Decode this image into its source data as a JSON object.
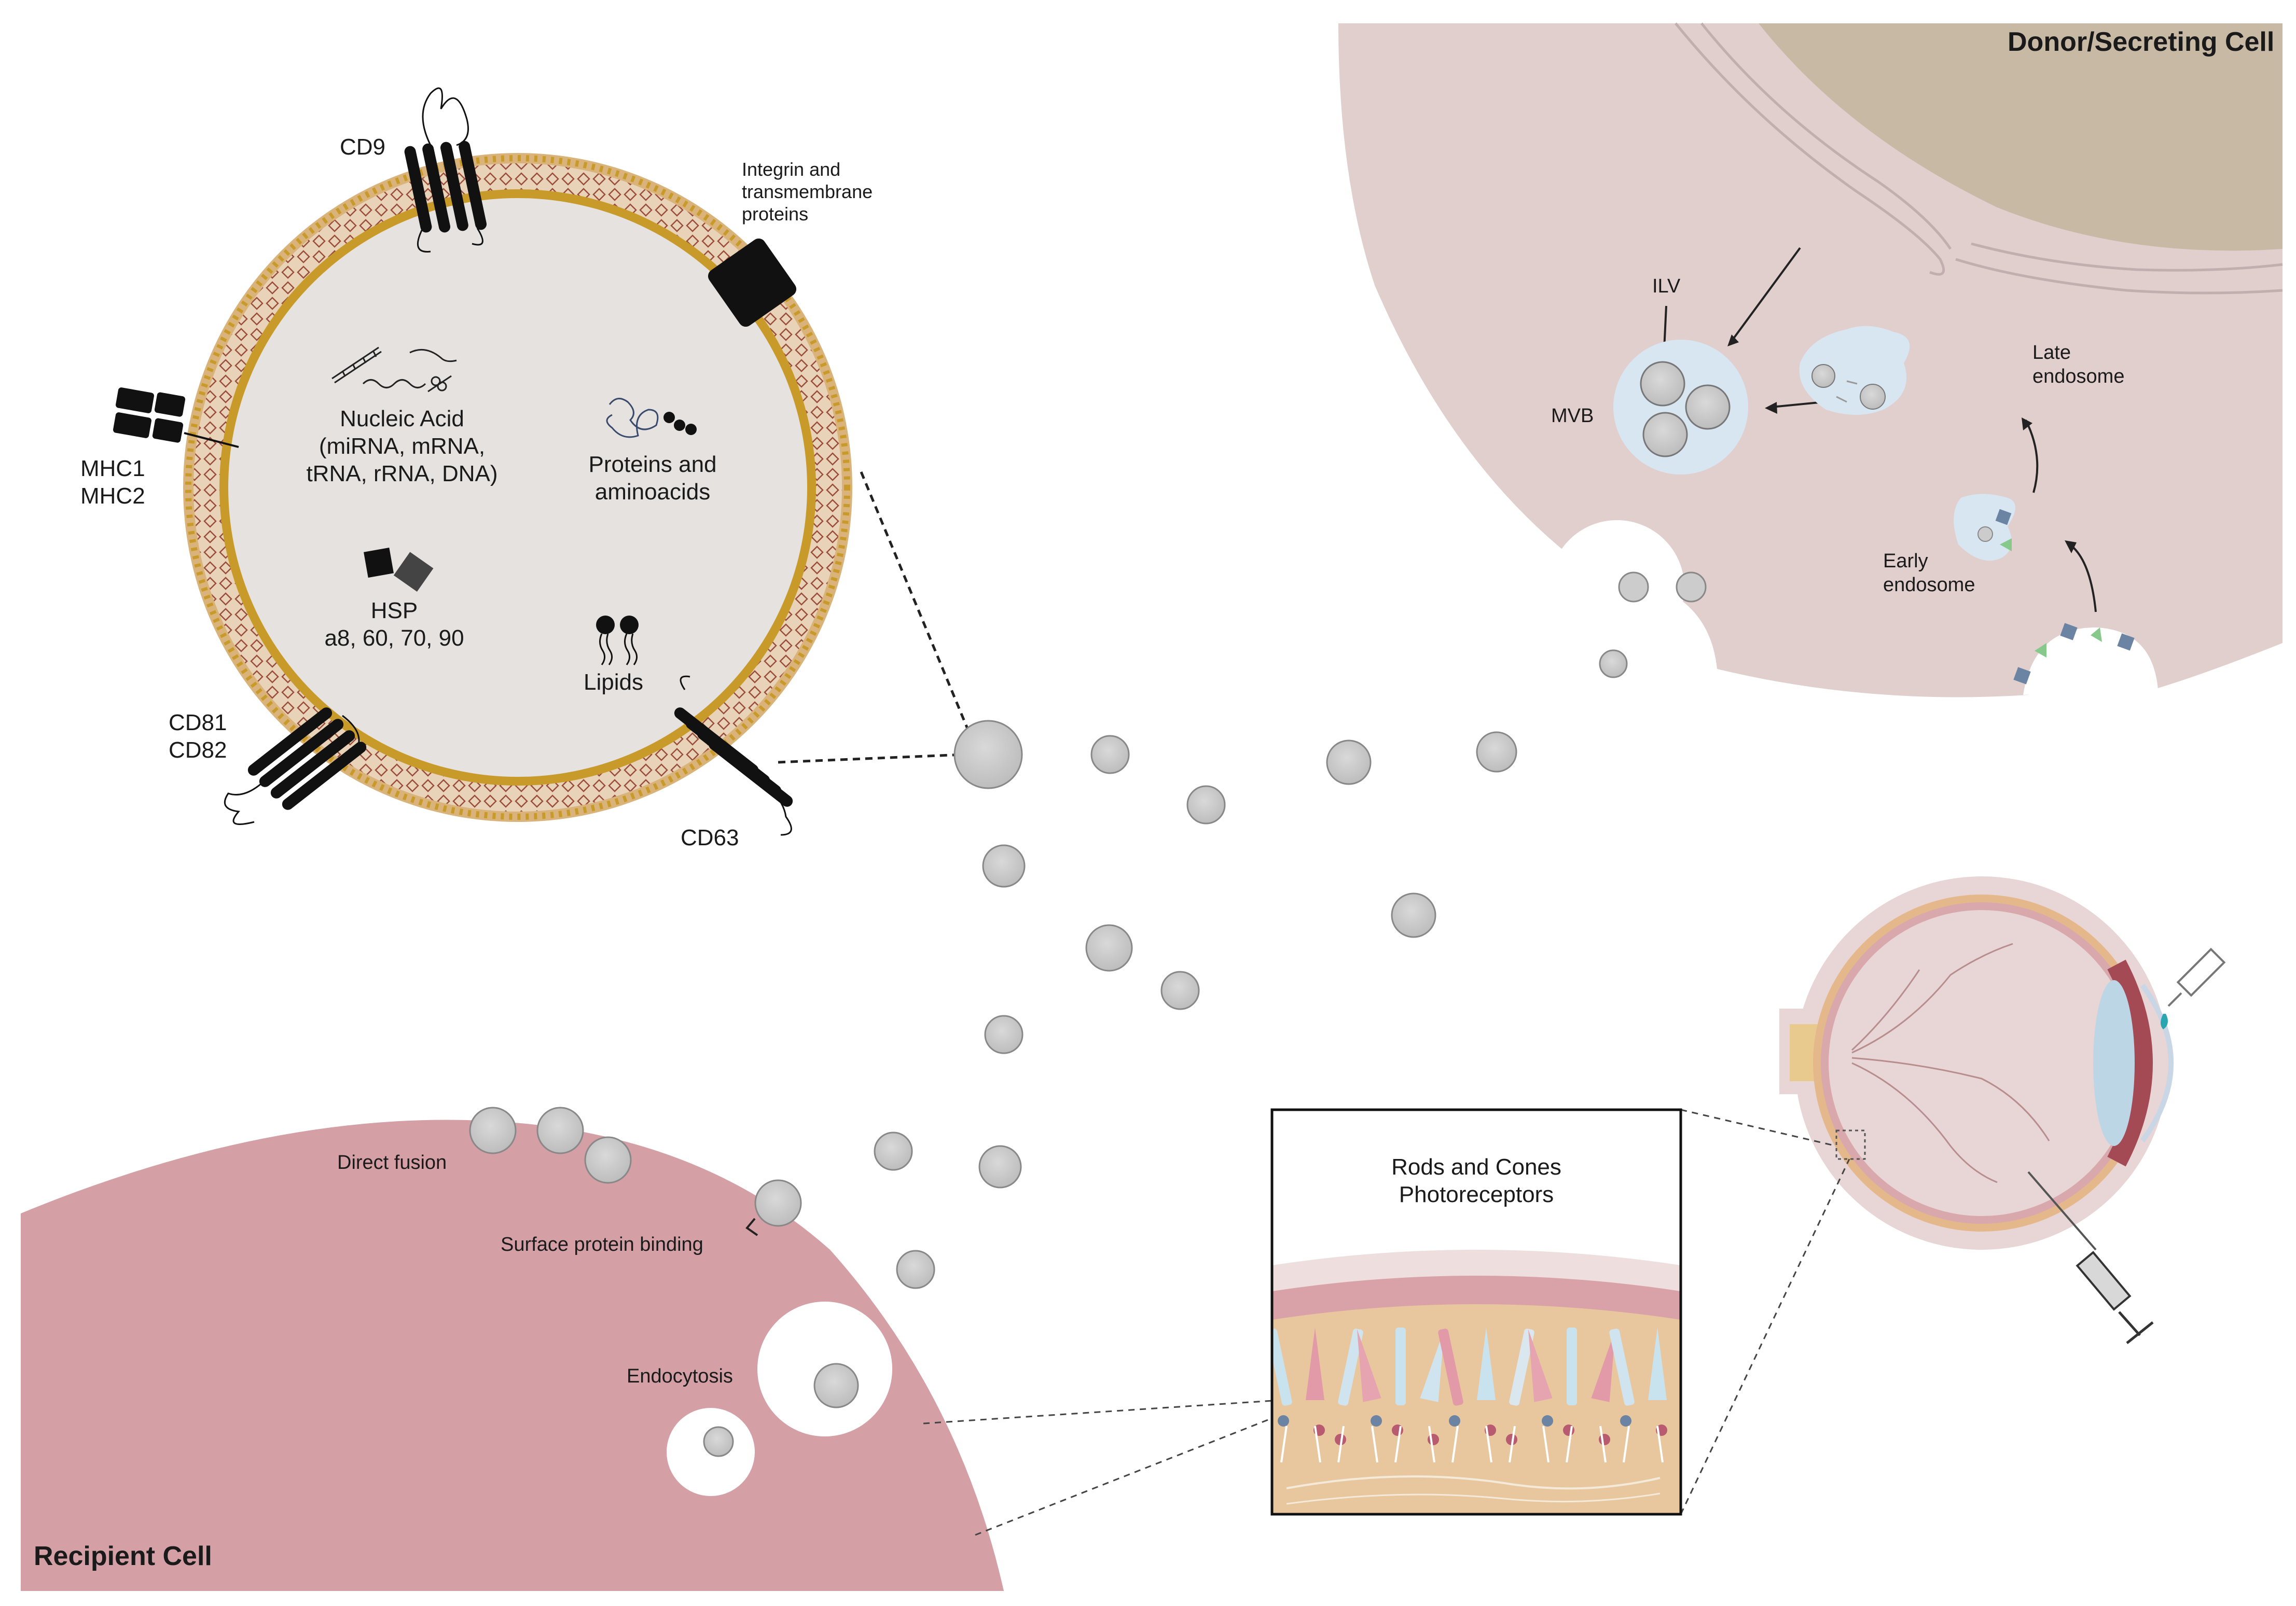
{
  "title": "",
  "labels": {
    "donor_cell": "Donor/Secreting Cell",
    "recipient_cell": "Recipient Cell",
    "cd9": "CD9",
    "integrin": [
      "Integrin and",
      "transmembrane",
      "proteins"
    ],
    "mhc": [
      "MHC1",
      "MHC2"
    ],
    "nucleic_acid": [
      "Nucleic Acid",
      "(miRNA, mRNA,",
      "tRNA, rRNA, DNA)"
    ],
    "proteins": [
      "Proteins and",
      "aminoacids"
    ],
    "hsp": [
      "HSP",
      "a8, 60, 70, 90"
    ],
    "lipids": "Lipids",
    "cd81_cd82": [
      "CD81",
      "CD82"
    ],
    "cd63": "CD63",
    "ilv": "ILV",
    "mvb": "MVB",
    "late_endosome": [
      "Late",
      "endosome"
    ],
    "early_endosome": [
      "Early",
      "endosome"
    ],
    "direct_fusion": "Direct fusion",
    "surface_binding": "Surface protein binding",
    "endocytosis": "Endocytosis",
    "rods_cones": [
      "Rods and Cones",
      "Photoreceptors"
    ]
  },
  "colors": {
    "donor_cytoplasm": "#e0cfcd",
    "donor_nucleus": "#c8b9a5",
    "recipient_cell": "#d49fa5",
    "exosome_fill": "#cdcdcd",
    "exosome_interior": "#e5e2e0",
    "membrane_gold": "#c89a2a",
    "mvb_fill": "#d8e6f2",
    "eye_sclera": "#e8d5d5",
    "retina_bg": "#e8c79e",
    "icon_dark": "#111111"
  },
  "icons": [
    "syringe-icon",
    "eye-dropper-icon",
    "eye-icon",
    "nucleic-acid-icon",
    "protein-icon",
    "hsp-icon",
    "lipid-icon"
  ]
}
